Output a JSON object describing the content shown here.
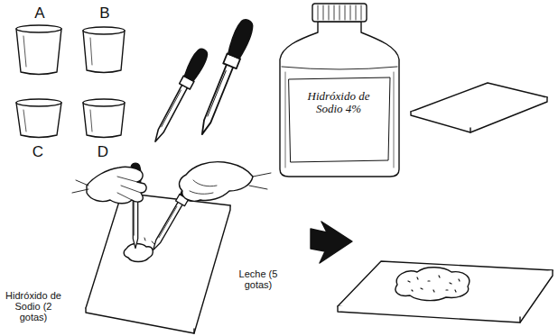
{
  "diagram": {
    "labels": [
      "A",
      "B",
      "C",
      "D",
      "Hidróxido de Sodio 4%",
      "Hidróxido de Sodio (2 gotas)",
      "Leche (5 gotas)"
    ]
  }
}
